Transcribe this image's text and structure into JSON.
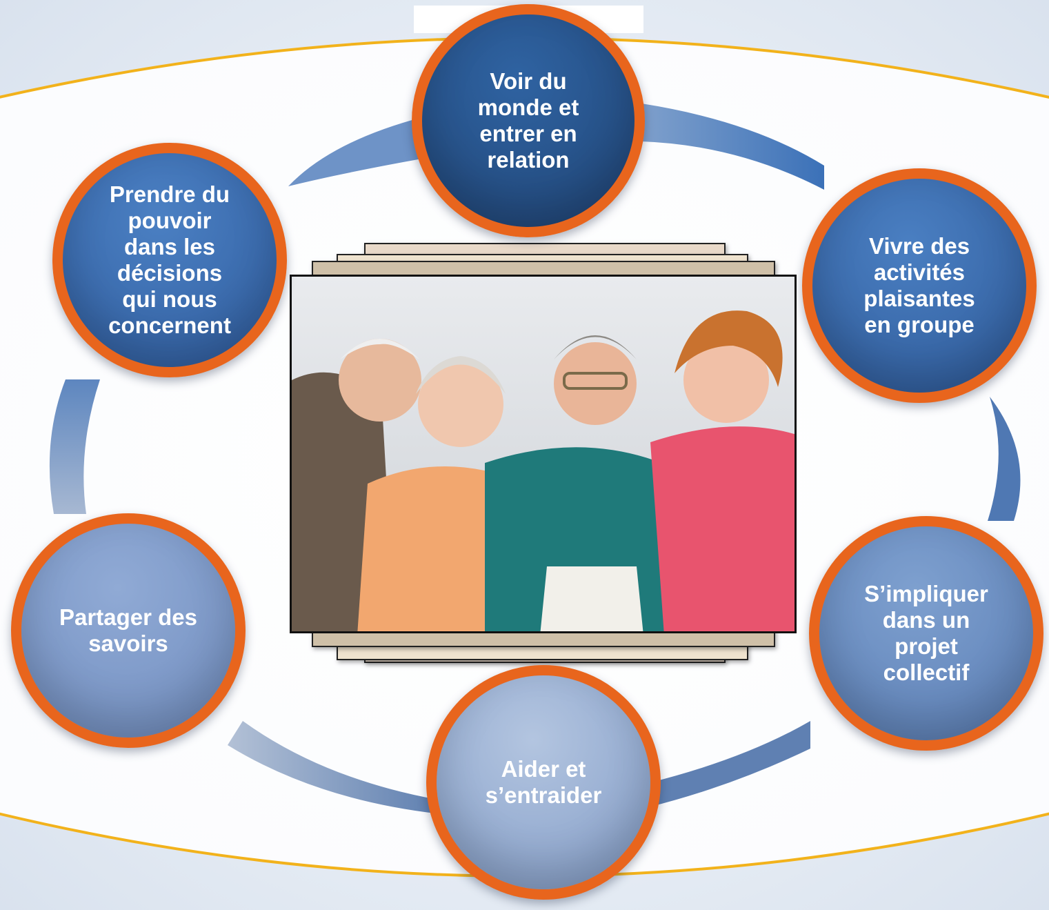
{
  "diagram": {
    "photo_description_icon": "group-photo-icon",
    "nodes": [
      {
        "id": "voir",
        "label": "Voir du\nmonde et\nentrer en\nrelation",
        "fill": "#2b5a92"
      },
      {
        "id": "vivre",
        "label": "Vivre des\nactivités\nplaisantes\nen groupe",
        "fill": "#3e6fb1"
      },
      {
        "id": "impliquer",
        "label": "S’impliquer\ndans un\nprojet\ncollectif",
        "fill": "#6f93c4"
      },
      {
        "id": "aider",
        "label": "Aider et\ns’entraider",
        "fill": "#9fb5d6"
      },
      {
        "id": "partager",
        "label": "Partager des\nsavoirs",
        "fill": "#7e9ccb"
      },
      {
        "id": "prendre",
        "label": "Prendre du\npouvoir\ndans les\ndécisions\nqui nous\nconcernent",
        "fill": "#3a6db2"
      }
    ],
    "colors": {
      "ring_border": "#e8651d",
      "ellipse_outline": "#f2b21b",
      "arc_dark": "#2f64a8",
      "arc_light": "#a9bcd6"
    }
  }
}
